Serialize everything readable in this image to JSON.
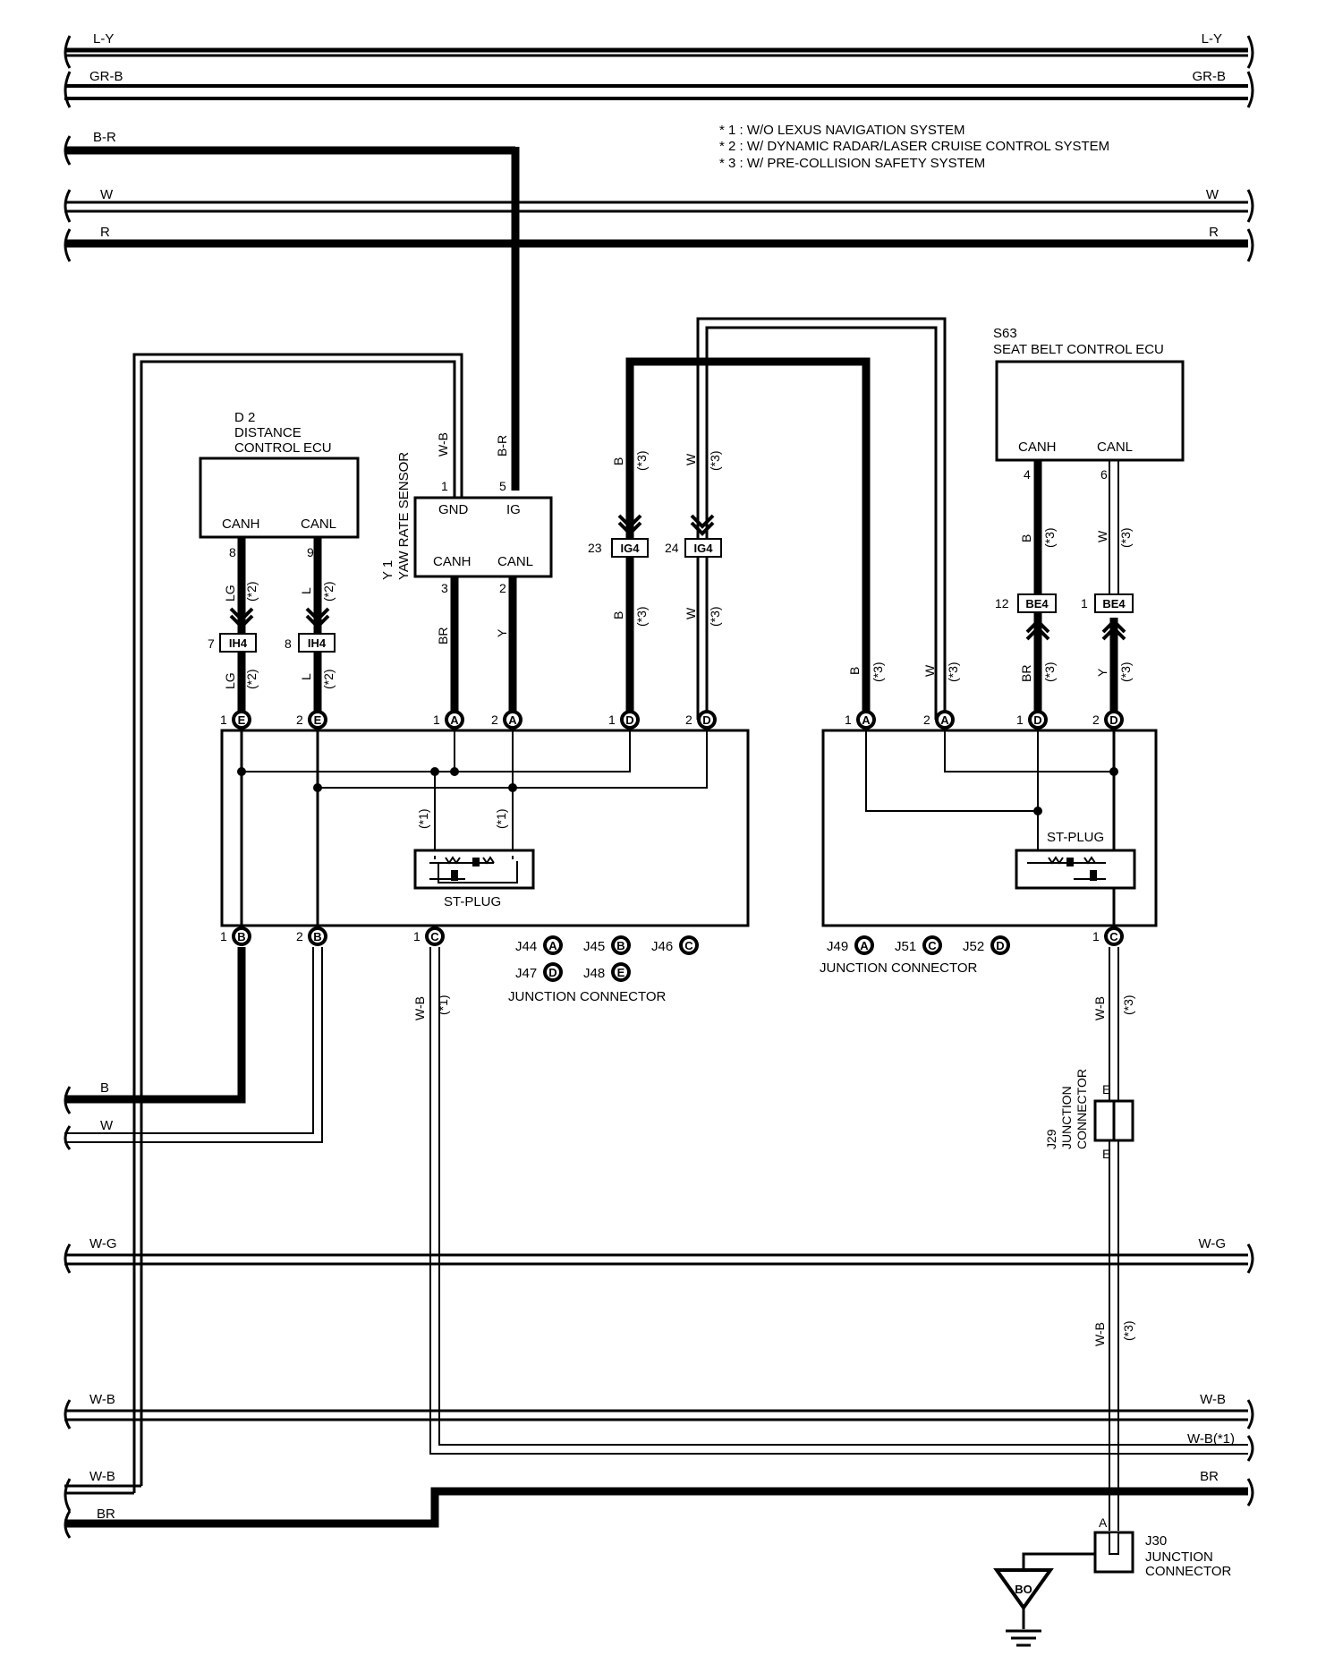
{
  "notes": [
    "* 1 : W/O LEXUS NAVIGATION SYSTEM",
    "* 2 : W/ DYNAMIC RADAR/LASER CRUISE CONTROL SYSTEM",
    "* 3 : W/ PRE-COLLISION SAFETY SYSTEM"
  ],
  "bus": {
    "ly": "L-Y",
    "grb": "GR-B",
    "br_top": "B-R",
    "w": "W",
    "r": "R",
    "b": "B",
    "w2": "W",
    "wg": "W-G",
    "wb": "W-B",
    "wb1": "W-B(*1)",
    "wb_left": "W-B",
    "br": "BR"
  },
  "d2": {
    "code": "D 2",
    "name1": "DISTANCE",
    "name2": "CONTROL ECU",
    "canh": "CANH",
    "canl": "CANL",
    "pin_canh": "8",
    "pin_canl": "9",
    "wire_canh": "LG",
    "wire_canl": "L",
    "note": "(*2)",
    "conn": "IH4",
    "conn_pin1": "7",
    "conn_pin2": "8"
  },
  "y1": {
    "code": "Y 1",
    "name": "YAW RATE SENSOR",
    "gnd": "GND",
    "ig": "IG",
    "canh": "CANH",
    "canl": "CANL",
    "pin_gnd": "1",
    "pin_ig": "5",
    "pin_canh": "3",
    "pin_canl": "2",
    "wire_gnd": "W-B",
    "wire_ig": "B-R",
    "wire_canh": "BR",
    "wire_canl": "Y"
  },
  "ig4": {
    "conn": "IG4",
    "pin_b": "23",
    "pin_w": "24",
    "wire_b": "B",
    "wire_w": "W",
    "note": "(*3)"
  },
  "s63": {
    "code": "S63",
    "name": "SEAT BELT CONTROL ECU",
    "canh": "CANH",
    "canl": "CANL",
    "pin_canh": "4",
    "pin_canl": "6",
    "wire_canh": "B",
    "wire_canl": "W",
    "note": "(*3)"
  },
  "be4": {
    "conn": "BE4",
    "pin1": "12",
    "pin2": "1",
    "wire1": "BR",
    "wire2": "Y",
    "note": "(*3)"
  },
  "jc_left": {
    "st_plug": "ST-PLUG",
    "note1": "(*1)",
    "pins_top": [
      {
        "num": "1",
        "letter": "E"
      },
      {
        "num": "2",
        "letter": "E"
      },
      {
        "num": "1",
        "letter": "A"
      },
      {
        "num": "2",
        "letter": "A"
      },
      {
        "num": "1",
        "letter": "D"
      },
      {
        "num": "2",
        "letter": "D"
      }
    ],
    "pins_bottom": [
      {
        "num": "1",
        "letter": "B"
      },
      {
        "num": "2",
        "letter": "B"
      },
      {
        "num": "1",
        "letter": "C"
      }
    ],
    "legend_row1": [
      {
        "code": "J44",
        "letter": "A"
      },
      {
        "code": "J45",
        "letter": "B"
      },
      {
        "code": "J46",
        "letter": "C"
      }
    ],
    "legend_row2": [
      {
        "code": "J47",
        "letter": "D"
      },
      {
        "code": "J48",
        "letter": "E"
      }
    ],
    "legend_name": "JUNCTION CONNECTOR",
    "wire_out": "W-B",
    "wire_out_note": "(*1)",
    "left_wire_b": "B",
    "left_wire_w": "W"
  },
  "jc_right": {
    "st_plug": "ST-PLUG",
    "pins_top": [
      {
        "num": "1",
        "letter": "A"
      },
      {
        "num": "2",
        "letter": "A"
      },
      {
        "num": "1",
        "letter": "D"
      },
      {
        "num": "2",
        "letter": "D"
      }
    ],
    "pin_bottom": {
      "num": "1",
      "letter": "C"
    },
    "wire_a1": "B",
    "wire_a2": "W",
    "note": "(*3)",
    "legend": [
      {
        "code": "J49",
        "letter": "A"
      },
      {
        "code": "J51",
        "letter": "C"
      },
      {
        "code": "J52",
        "letter": "D"
      }
    ],
    "legend_name": "JUNCTION CONNECTOR",
    "wire_out": "W-B",
    "wire_out_note": "(*3)"
  },
  "j29": {
    "code": "J29",
    "name1": "JUNCTION",
    "name2": "CONNECTOR",
    "pin_top": "E",
    "pin_bottom": "E"
  },
  "j30": {
    "code": "J30",
    "name1": "JUNCTION",
    "name2": "CONNECTOR",
    "pin": "A"
  },
  "ground": {
    "label": "BO"
  }
}
